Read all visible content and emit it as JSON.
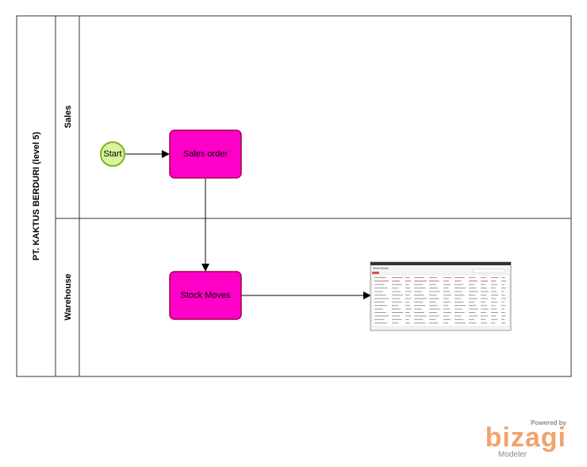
{
  "pool": {
    "title": "PT. KAKTUS BERDURI (level 5)"
  },
  "lanes": [
    {
      "label": "Sales"
    },
    {
      "label": "Warehouse"
    }
  ],
  "start_event": {
    "label": "Start"
  },
  "tasks": [
    {
      "label": "Sales order"
    },
    {
      "label": "Stock Moves"
    }
  ],
  "colors": {
    "task_fill": "#ff00c8",
    "task_stroke": "#a0004a",
    "start_fill": "#d8f59a",
    "start_stroke": "#7fb01e",
    "border": "#333333"
  },
  "thumbnail": {
    "title": "Stock Moves"
  },
  "branding": {
    "powered": "Powered by",
    "word": "bizagi",
    "modeler": "Modeler"
  }
}
